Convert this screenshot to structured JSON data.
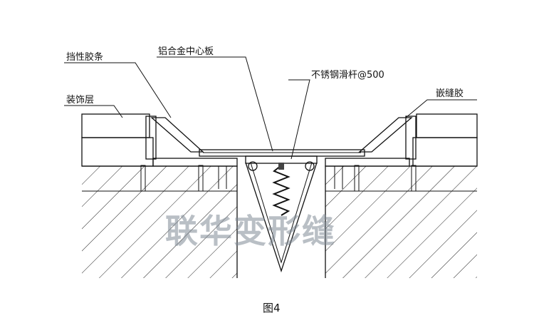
{
  "labels": {
    "stop_strip": "挡性胶条",
    "finish_layer": "装饰层",
    "center_plate": "铝合金中心板",
    "slide_rod": "不锈钢滑杆@500",
    "sealant": "嵌缝胶"
  },
  "watermark": "联华变形缝",
  "caption": "图4"
}
